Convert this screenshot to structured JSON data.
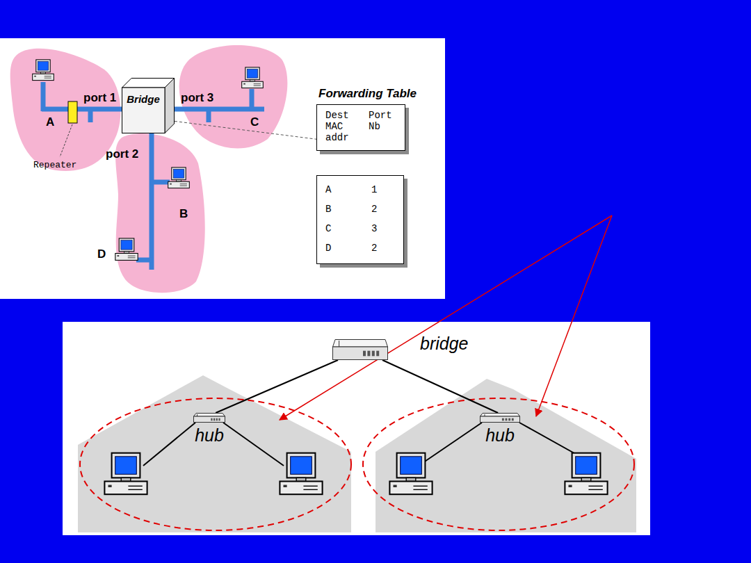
{
  "diagram": {
    "nodes": [
      {
        "text": [
          "Bridge"
        ]
      },
      {
        "text": [
          "Forwarding Table",
          "Dest MAC addr",
          "Port Nb"
        ]
      },
      {
        "text": [
          "A",
          "1",
          "B",
          "2",
          "C",
          "3",
          "D",
          "2"
        ]
      },
      {
        "text": [
          "bridge"
        ]
      },
      {
        "text": [
          "hub"
        ]
      },
      {
        "text": [
          "hub"
        ]
      }
    ],
    "edges": [
      {
        "from": 0,
        "to": 1,
        "arrow": "none"
      },
      {
        "from": 3,
        "to": 4,
        "arrow": "none"
      },
      {
        "from": 3,
        "to": 5,
        "arrow": "none"
      }
    ],
    "labels": [
      "port 1",
      "port 2",
      "port 3",
      "A",
      "B",
      "C",
      "D",
      "Repeater"
    ]
  }
}
